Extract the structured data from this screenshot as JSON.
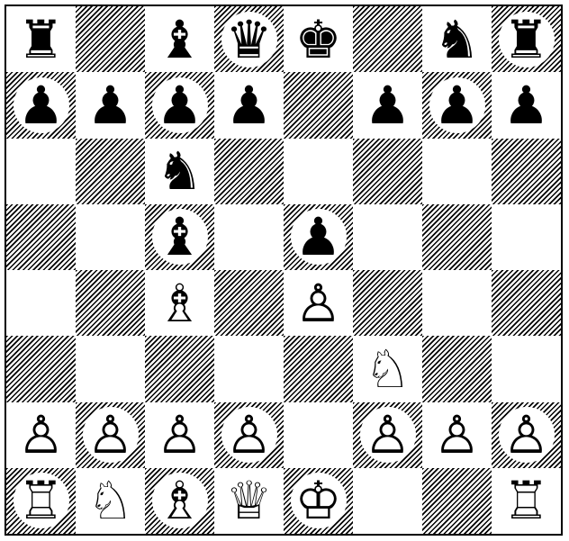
{
  "board": {
    "rows": [
      [
        "r",
        "",
        "b",
        "q",
        "k",
        "",
        "n",
        "r"
      ],
      [
        "p",
        "p",
        "p",
        "p",
        "",
        "p",
        "p",
        "p"
      ],
      [
        "",
        "",
        "n",
        "",
        "",
        "",
        "",
        ""
      ],
      [
        "",
        "",
        "b",
        "",
        "p",
        "",
        "",
        ""
      ],
      [
        "",
        "",
        "B",
        "",
        "P",
        "",
        "",
        ""
      ],
      [
        "",
        "",
        "",
        "",
        "",
        "N",
        "",
        ""
      ],
      [
        "P",
        "P",
        "P",
        "P",
        "",
        "P",
        "P",
        "P"
      ],
      [
        "R",
        "N",
        "B",
        "Q",
        "K",
        "",
        "",
        "R"
      ]
    ]
  },
  "glyphs": {
    "K": "♔",
    "Q": "♕",
    "R": "♖",
    "B": "♗",
    "N": "♘",
    "P": "♙",
    "k": "♚",
    "q": "♛",
    "r": "♜",
    "b": "♝",
    "n": "♞",
    "p": "♟"
  },
  "names": {
    "K": "white-king",
    "Q": "white-queen",
    "R": "white-rook",
    "B": "white-bishop",
    "N": "white-knight",
    "P": "white-pawn",
    "k": "black-king",
    "q": "black-queen",
    "r": "black-rook",
    "b": "black-bishop",
    "n": "black-knight",
    "p": "black-pawn"
  }
}
